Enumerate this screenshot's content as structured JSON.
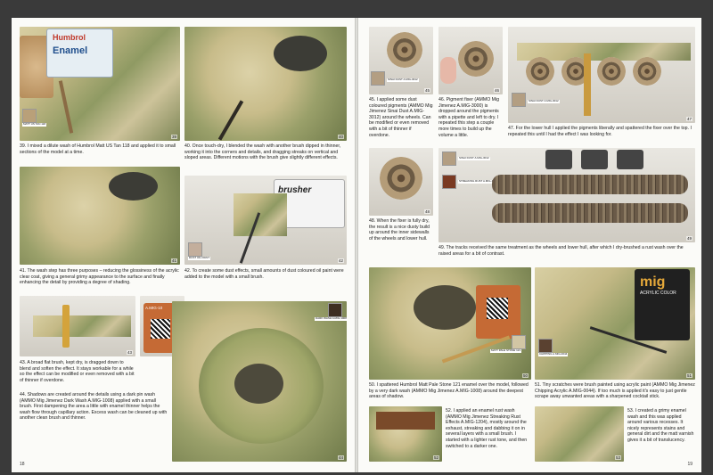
{
  "left_page": {
    "page_number": "18",
    "figures": [
      {
        "num": "39",
        "caption": "39. I mixed a dilute wash of Humbrol Matt US Tan 118 and applied it to small sections of the model at a time."
      },
      {
        "num": "40",
        "caption": "40. Once touch-dry, I blended the wash with another brush dipped in thinner, working it into the corners and details, and dragging streaks on vertical and sloped areas. Different motions with the brush give slightly different effects."
      },
      {
        "num": "41",
        "caption": "41. The wash step has three purposes – reducing the glossiness of the acrylic clear coat, giving a general grimy appearance to the surface and finally enhancing the detail by providing a degree of shading."
      },
      {
        "num": "42",
        "caption": "42. To create some dust effects, small amounts of dust coloured oil paint were added to the model with a small brush."
      },
      {
        "num": "43",
        "caption": "43. A broad flat brush, kept dry, is dragged down to blend and soften the effect. It stays workable for a while so the effect can be modified or even removed with a bit of thinner if overdone."
      },
      {
        "num": "44",
        "caption": "44. Shadows are created around the details using a dark pin wash (AMMO Mig Jimenez Dark Wash A.MIG-1008) applied with a small brush. First dampening the area a little with enamel thinner helps the wash flow through capillary action. Excess wash can be cleaned up with another clean brush and thinner."
      }
    ],
    "labels": {
      "tin_brand": "Humbrol",
      "tin_word": "Enamel",
      "brusher": "brusher",
      "jar_label": "A.MIG-10",
      "swatch_39": "MATT US TAN 118",
      "swatch_42": "DUST OIL PAINT",
      "swatch_44": "DARK WASH A.MIG-1008"
    }
  },
  "right_page": {
    "page_number": "19",
    "figures": [
      {
        "num": "45",
        "caption": "45. I applied some dust coloured pigments (AMMO Mig Jimenez Sinai Dust A.MIG-3012) around the wheels. Can be modified or even removed with a bit of thinner if overdone."
      },
      {
        "num": "46",
        "caption": "46. Pigment fixer (AMMO Mig Jimenez A.MIG-3000) is dropped around the pigments with a pipette and left to dry. I repeated this step a couple more times to build up the volume a little."
      },
      {
        "num": "47",
        "caption": "47. For the lower hull I applied the pigments liberally and spattered the fixer over the top. I repeated this until I had the effect I was looking for."
      },
      {
        "num": "48",
        "caption": "48. When the fixer is fully dry, the result is a nice dusty build up around the inner sidewalls of the wheels and lower hull."
      },
      {
        "num": "49",
        "caption": "49. The tracks received the same treatment as the wheels and lower hull, after which I dry-brushed a rust wash over the raised areas for a bit of contrast."
      },
      {
        "num": "50",
        "caption": "50. I spattered Humbrol Matt Pale Stone 121 enamel over the model, followed by a very dark wash (AMMO Mig Jimenez A.MIG-1008) around the deepest areas of shadow."
      },
      {
        "num": "51",
        "caption": "51. Tiny scratches were brush painted using acrylic paint (AMMO Mig Jimenez Chipping Acrylic A.MIG-0044). If too much is applied it's easy to just gentle scrape away unwanted areas with a sharpened cocktail stick."
      },
      {
        "num": "52",
        "caption": "52. I applied an enamel rust wash (AMMO Mig Jimenez Streaking Rust Effects A.MIG-1204), mostly around the exhaust, streaking and dabbing it on in several layers with a small brush. I started with a lighter rust tone, and then switched to a darker one."
      },
      {
        "num": "53",
        "caption": "53. I created a grimy enamel wash and this was applied around various recesses. It nicely represents stains and general dirt and the matt varnish gives it a bit of translucency."
      }
    ],
    "labels": {
      "mig_logo": "mig",
      "mig_sub": "ACRYLIC COLOR",
      "swatch_45": "SINAI DUST A.MIG-3012",
      "swatch_48": "SINAI DUST A.MIG-3012",
      "swatch_48b": "STREAKING RUST A.MIG-1204",
      "swatch_47": "SINAI DUST A.MIG-3012",
      "swatch_50": "MATT PALE STONE 121",
      "swatch_51": "CHIPPING A.MIG-0044"
    }
  }
}
